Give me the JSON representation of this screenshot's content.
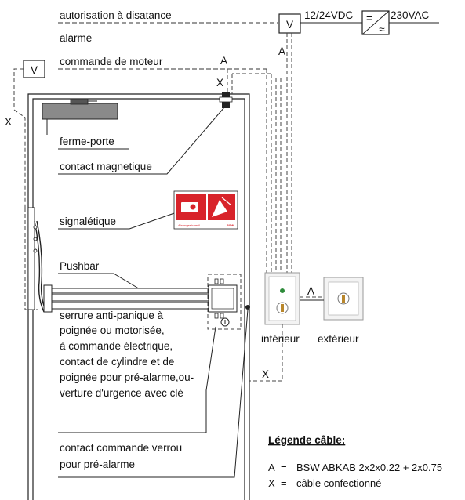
{
  "top_labels": {
    "remote_auth": "autorisation à disatance",
    "alarm": "alarme",
    "motor_control": "commande de moteur"
  },
  "power": {
    "voltage_low": "12/24VDC",
    "voltage_high": "230VAC",
    "converter_symbol_top": "=",
    "converter_symbol_bottom": "≈"
  },
  "relays": {
    "box": "V"
  },
  "cable_markers": {
    "a": "A",
    "x": "X"
  },
  "components": {
    "door_closer": "ferme-porte",
    "magnetic_contact": "contact magnetique",
    "signage": "signalétique",
    "pushbar": "Pushbar",
    "lock_lines": [
      "serrure anti-panique à",
      "poignée ou motorisée,",
      "à commande électrique,",
      "contact de cylindre et de",
      "poignée pour pré-alarme,ou-",
      "verture d'urgence avec clé"
    ],
    "bolt_contact_lines": [
      "contact commande verrou",
      "pour pré-alarme"
    ]
  },
  "switches": {
    "inside": "intérieur",
    "outside": "extérieur"
  },
  "sign": {
    "alarm_text": "Alarmgesichert!",
    "brand": "BSW"
  },
  "legend": {
    "title": "Légende câble:",
    "entries": [
      {
        "key": "A",
        "eq": "=",
        "value": "BSW ABKAB 2x2x0.22 + 2x0.75"
      },
      {
        "key": "X",
        "eq": "=",
        "value": "câble confectionné"
      }
    ]
  },
  "colors": {
    "sign_red": "#d8232a",
    "line": "#222222",
    "closer_fill": "#8a8a8a"
  }
}
